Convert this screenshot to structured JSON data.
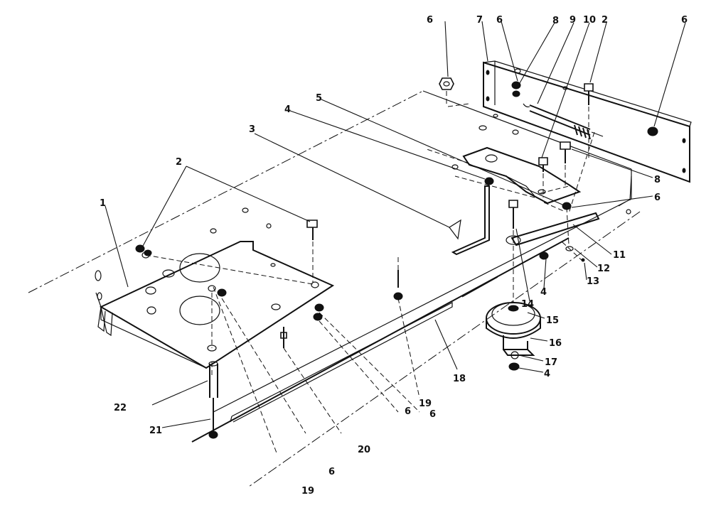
{
  "figure": {
    "type": "exploded parts diagram",
    "callouts": [
      {
        "id": "c-1",
        "label": "1"
      },
      {
        "id": "c-2-left",
        "label": "2"
      },
      {
        "id": "c-2-top",
        "label": "2"
      },
      {
        "id": "c-3",
        "label": "3"
      },
      {
        "id": "c-4-top",
        "label": "4"
      },
      {
        "id": "c-4-mid",
        "label": "4"
      },
      {
        "id": "c-4-low",
        "label": "4"
      },
      {
        "id": "c-5",
        "label": "5"
      },
      {
        "id": "c-6-a",
        "label": "6"
      },
      {
        "id": "c-6-b",
        "label": "6"
      },
      {
        "id": "c-6-c",
        "label": "6"
      },
      {
        "id": "c-6-d",
        "label": "6"
      },
      {
        "id": "c-6-e",
        "label": "6"
      },
      {
        "id": "c-6-f",
        "label": "6"
      },
      {
        "id": "c-6-g",
        "label": "6"
      },
      {
        "id": "c-7",
        "label": "7"
      },
      {
        "id": "c-8-top",
        "label": "8"
      },
      {
        "id": "c-8-right",
        "label": "8"
      },
      {
        "id": "c-9",
        "label": "9"
      },
      {
        "id": "c-10",
        "label": "10"
      },
      {
        "id": "c-11",
        "label": "11"
      },
      {
        "id": "c-12",
        "label": "12"
      },
      {
        "id": "c-13",
        "label": "13"
      },
      {
        "id": "c-14",
        "label": "14"
      },
      {
        "id": "c-15",
        "label": "15"
      },
      {
        "id": "c-16",
        "label": "16"
      },
      {
        "id": "c-17",
        "label": "17"
      },
      {
        "id": "c-18",
        "label": "18"
      },
      {
        "id": "c-19-a",
        "label": "19"
      },
      {
        "id": "c-19-b",
        "label": "19"
      },
      {
        "id": "c-20",
        "label": "20"
      },
      {
        "id": "c-21",
        "label": "21"
      },
      {
        "id": "c-22",
        "label": "22"
      }
    ]
  }
}
